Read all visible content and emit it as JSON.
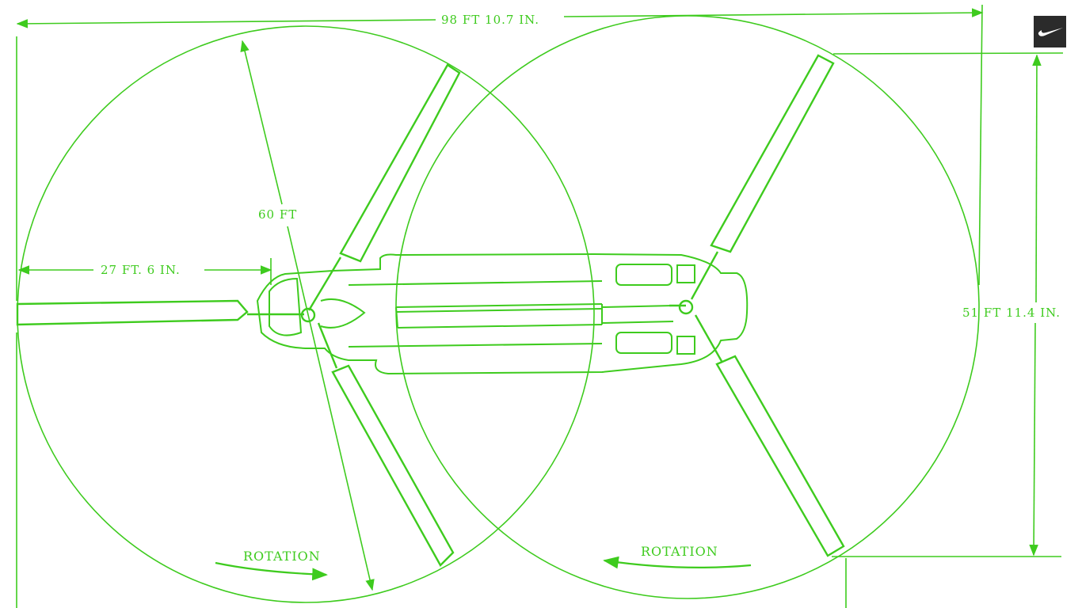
{
  "dimensions": {
    "overall_length": "98 FT 10.7 IN.",
    "overall_width": "51 FT 11.4 IN.",
    "rotor_diameter": "60 FT",
    "rotor_clearance": "27 FT. 6 IN."
  },
  "rotation_labels": {
    "front": "ROTATION",
    "rear": "ROTATION"
  },
  "colors": {
    "line": "#3ecb1e",
    "background": "#ffffff",
    "logo_bg": "#2b2b2b"
  },
  "logo": {
    "icon": "swoosh-icon"
  }
}
